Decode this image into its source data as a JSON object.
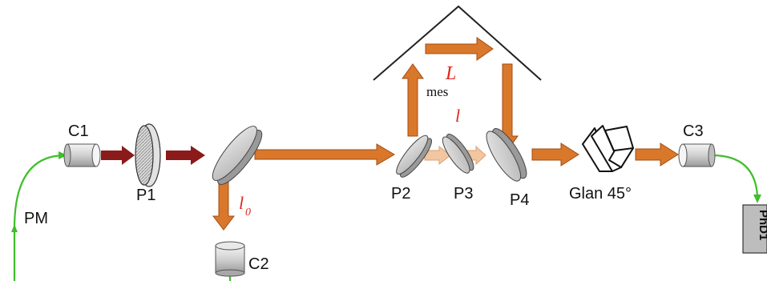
{
  "labels": {
    "c1": "C1",
    "p1": "P1",
    "pm": "PM",
    "c2": "C2",
    "l0_main": "l",
    "l0_sub": "0",
    "p2": "P2",
    "p3": "P3",
    "p4": "P4",
    "l_small": "l",
    "L_big": "L",
    "mes": "mes",
    "glan": "Glan 45°",
    "c3": "C3",
    "phd": "PhD1"
  },
  "colors": {
    "fiber": "#3fbf2a",
    "beam_dark": "#8b1a1a",
    "beam_orange": "#d9772b",
    "beam_light": "#f2c6a0",
    "component_gray": "#cfcfcf",
    "outline": "#333333",
    "label_red": "#e0261b",
    "detector_gray": "#bdbdbd"
  },
  "icons": {
    "collimator": "cylinder-shape",
    "waveplate": "disc-shape",
    "beamsplitter": "tilted-disc-shape",
    "prism": "roof-prism-shape",
    "glan": "glan-prism-shape"
  }
}
